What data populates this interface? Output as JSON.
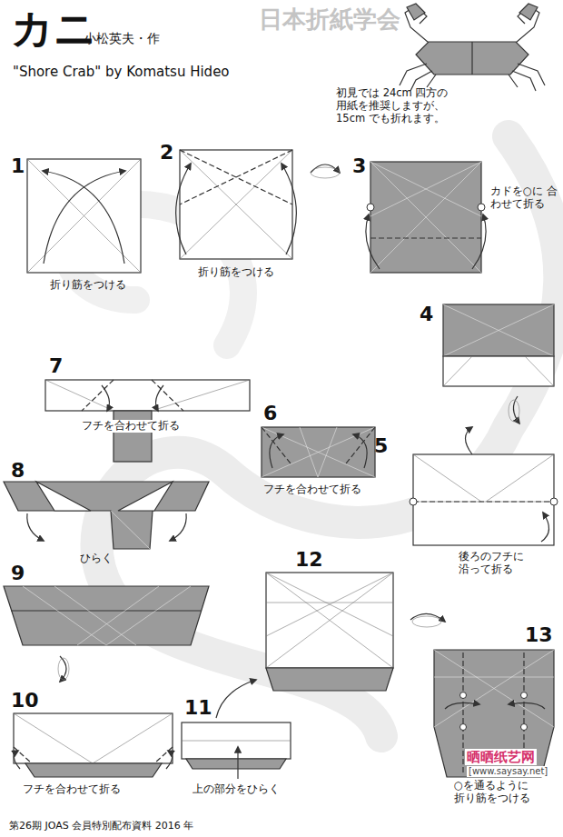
{
  "diagram": {
    "title": "カニ",
    "labels": [
      "小松英夫・作",
      "\"Shore Crab\" by Komatsu Hideo",
      "日本折紙学会",
      "初見では 24cm 四方の 用紙を推奨しますが、 15cm でも折れます。",
      "1",
      "折り筋をつける",
      "2",
      "折り筋をつける",
      "3",
      "カドを○に 合わせて折る",
      "4",
      "5",
      "後ろのフチに 沿って折る",
      "6",
      "フチを合わせて折る",
      "7",
      "フチを合わせて折る",
      "8",
      "ひらく",
      "9",
      "10",
      "フチを合わせて折る",
      "11",
      "上の部分をひらく",
      "12",
      "13",
      "○を通るように 折り筋をつける",
      "第26期 JOAS 会員特別配布資料 2016 年",
      "晒晒纸艺网",
      "[www.saysay.net]"
    ]
  }
}
